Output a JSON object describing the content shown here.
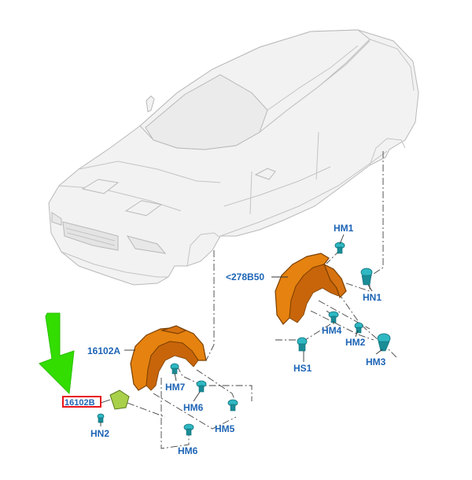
{
  "labels": {
    "hm1": "HM1",
    "n278": "<278B50",
    "hn1": "HN1",
    "hm4": "HM4",
    "hm2": "HM2",
    "hm3": "HM3",
    "hs1": "HS1",
    "n16102a": "16102A",
    "hm7": "HM7",
    "hm6_upper": "HM6",
    "hm5": "HM5",
    "hm6_lower": "HM6",
    "n16102b": "16102B",
    "hn2": "HN2"
  },
  "colors": {
    "label_text": "#1d64b5",
    "liner": "#e6820f",
    "clip": "#2fb8c2",
    "pointer_arrow": "#33dd00",
    "highlight_box": "#e8141b",
    "shield_part": "#a8d04a"
  }
}
